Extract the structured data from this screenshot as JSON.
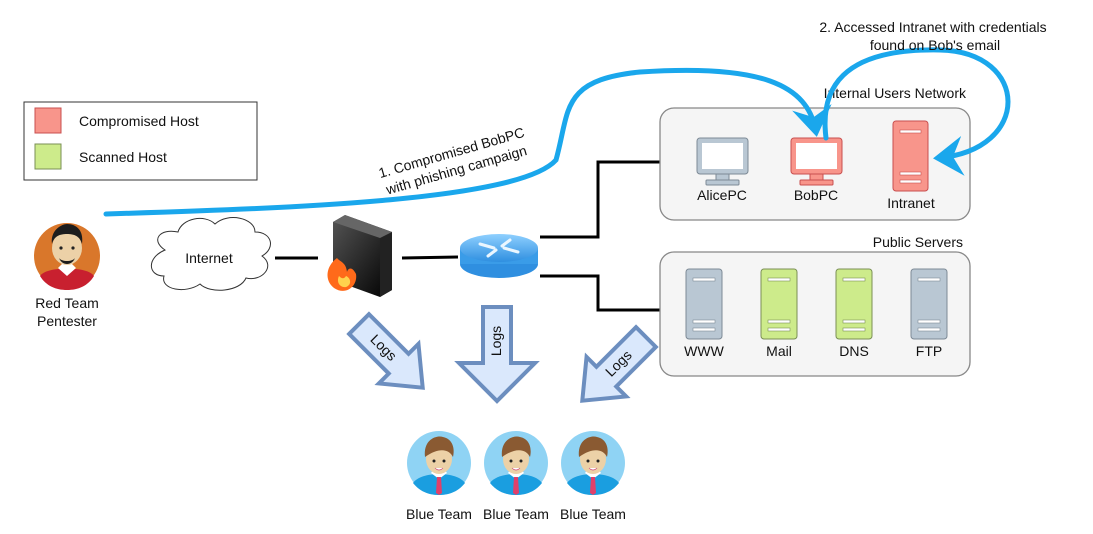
{
  "legend": {
    "items": [
      {
        "label": "Compromised Host",
        "color": "#f8958b",
        "border": "#c94f4f"
      },
      {
        "label": "Scanned Host",
        "color": "#cdeb8b",
        "border": "#7a8f55"
      }
    ]
  },
  "annotations": {
    "step1_line1": "1. Compromised BobPC",
    "step1_line2": "with phishing campaign",
    "step2_line1": "2. Accessed Intranet with credentials",
    "step2_line2": "found on Bob's email"
  },
  "attacker": {
    "line1": "Red Team",
    "line2": "Pentester"
  },
  "internet": {
    "label": "Internet"
  },
  "internal_network": {
    "title": "Internal Users Network",
    "hosts": [
      {
        "label": "AlicePC",
        "type": "pc",
        "status": "normal"
      },
      {
        "label": "BobPC",
        "type": "pc",
        "status": "compromised"
      },
      {
        "label": "Intranet",
        "type": "server",
        "status": "compromised"
      }
    ]
  },
  "public_servers": {
    "title": "Public Servers",
    "hosts": [
      {
        "label": "WWW",
        "type": "server",
        "status": "normal"
      },
      {
        "label": "Mail",
        "type": "server",
        "status": "scanned"
      },
      {
        "label": "DNS",
        "type": "server",
        "status": "scanned"
      },
      {
        "label": "FTP",
        "type": "server",
        "status": "normal"
      }
    ]
  },
  "log_arrows": [
    "Logs",
    "Logs",
    "Logs"
  ],
  "defenders": [
    "Blue Team",
    "Blue Team",
    "Blue Team"
  ],
  "colors": {
    "attack_path": "#1aa7ec",
    "normal_host": "#b9c7d3",
    "compromised_host": "#f8958b",
    "scanned_host": "#cdeb8b",
    "log_arrow_fill": "#dae8fc",
    "log_arrow_stroke": "#6c8ebf"
  }
}
